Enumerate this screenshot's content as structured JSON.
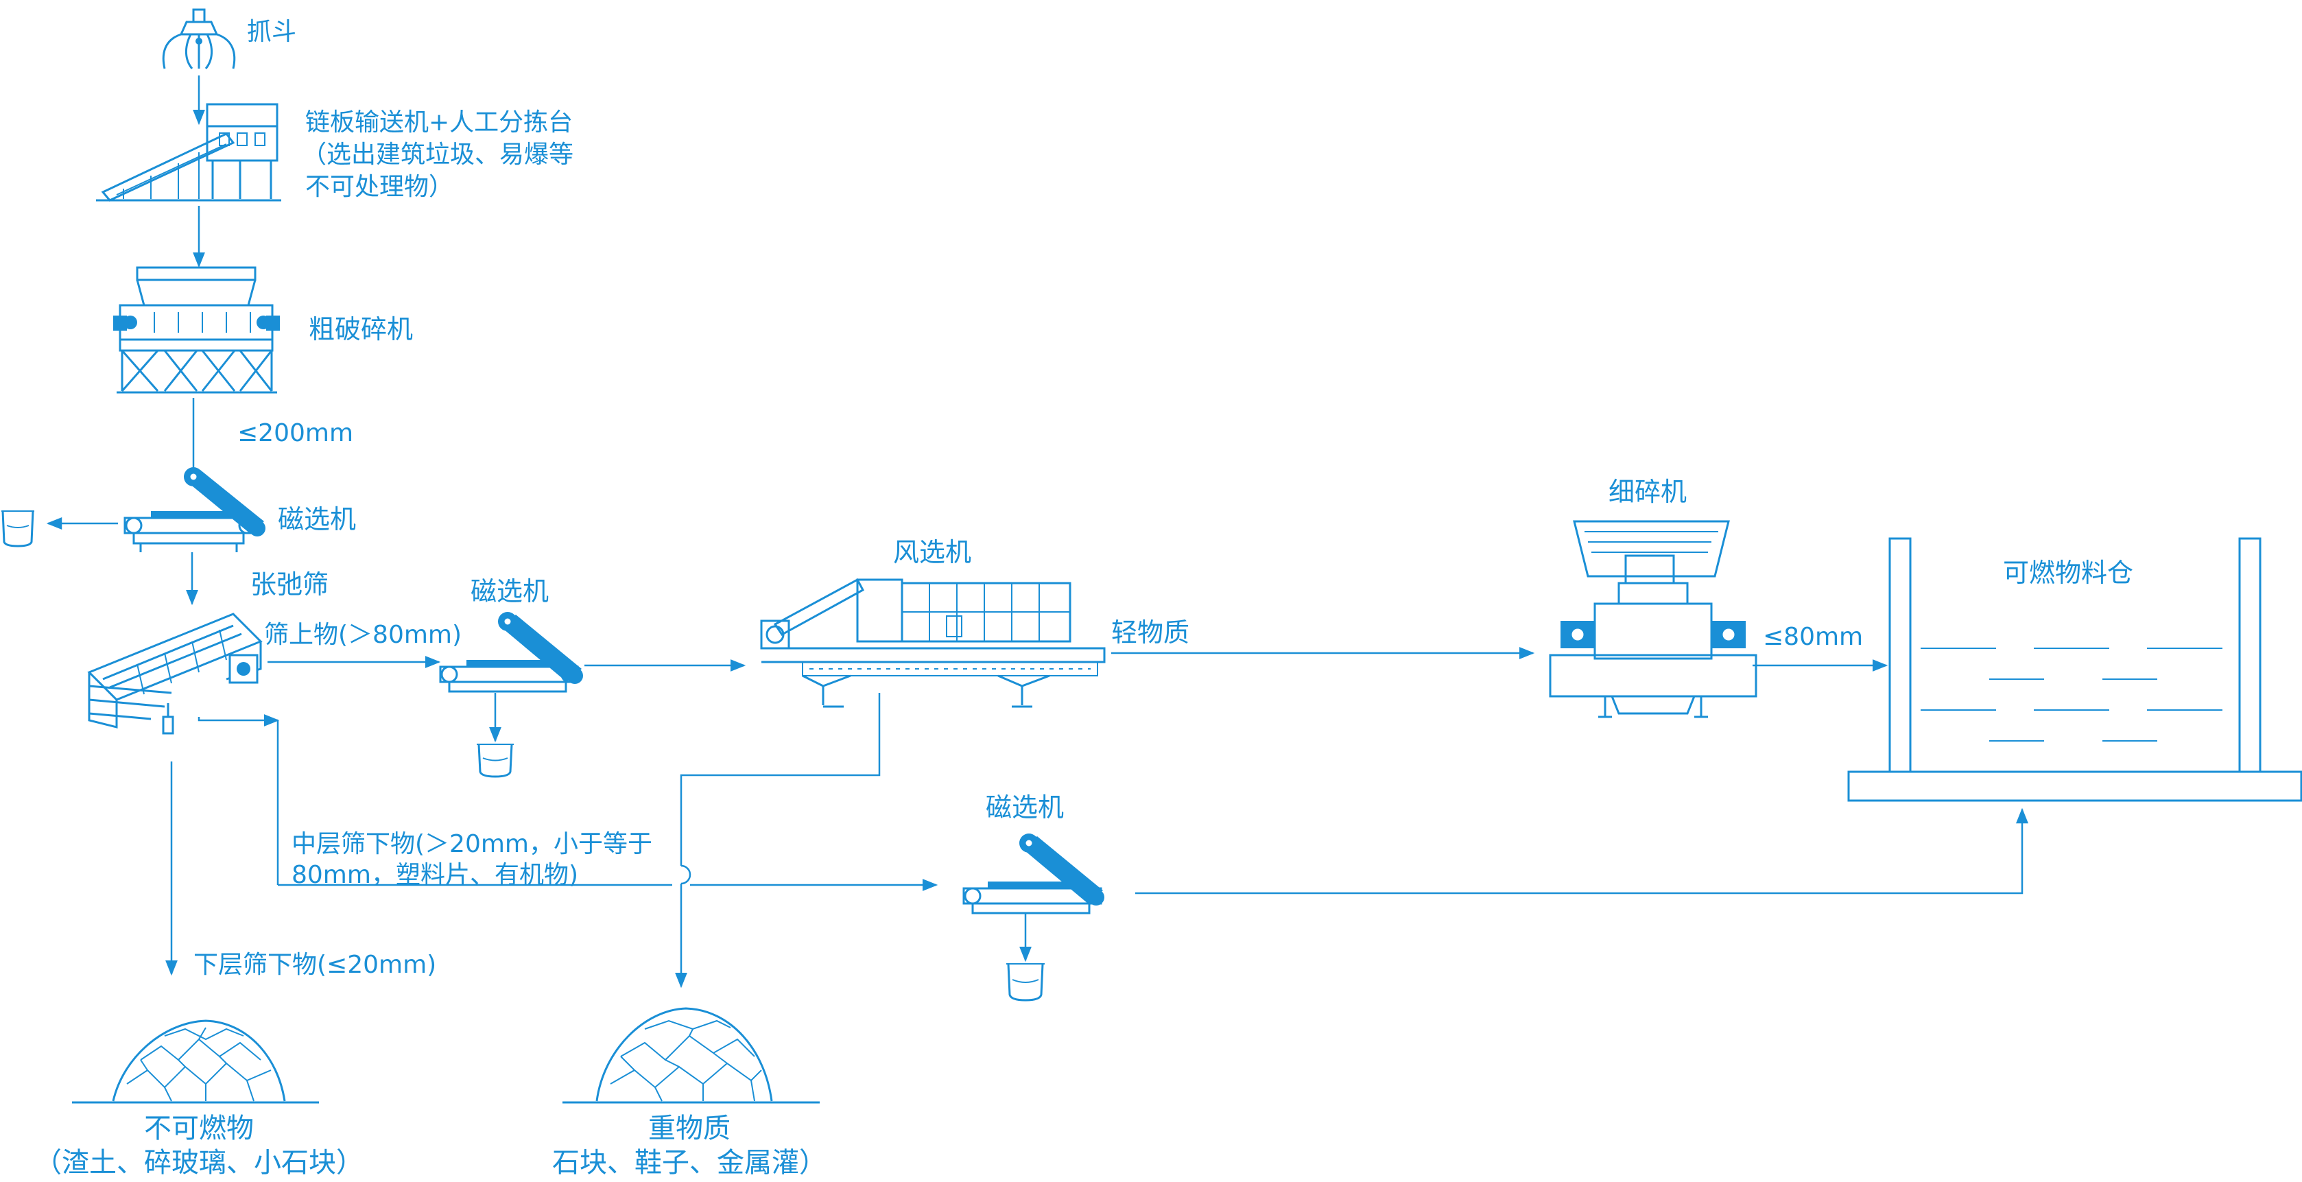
{
  "colors": {
    "primary": "#1a8fd6",
    "background": "#ffffff"
  },
  "equipment": {
    "grab": "抓斗",
    "chain_conveyor": {
      "line1": "链板输送机+人工分拣台",
      "line2": "（选出建筑垃圾、易爆等",
      "line3": "不可处理物）"
    },
    "coarse_crusher": "粗破碎机",
    "magnetic_separator_1": "磁选机",
    "tension_screen": "张弛筛",
    "magnetic_separator_2": "磁选机",
    "wind_separator": "风选机",
    "fine_crusher": "细碎机",
    "fuel_bin": "可燃物料仓",
    "magnetic_separator_3": "磁选机"
  },
  "flow_labels": {
    "size_200": "≤200mm",
    "screen_oversize": "筛上物(＞80mm)",
    "light_material": "轻物质",
    "size_80": "≤80mm",
    "middle_undersize_line1": "中层筛下物(＞20mm，小于等于",
    "middle_undersize_line2": "80mm，塑料片、有机物)",
    "lower_undersize": "下层筛下物(≤20mm)"
  },
  "outputs": {
    "non_combustible": {
      "title": "不可燃物",
      "detail": "（渣土、碎玻璃、小石块）"
    },
    "heavy_material": {
      "title": "重物质",
      "detail": "石块、鞋子、金属灌）"
    }
  }
}
